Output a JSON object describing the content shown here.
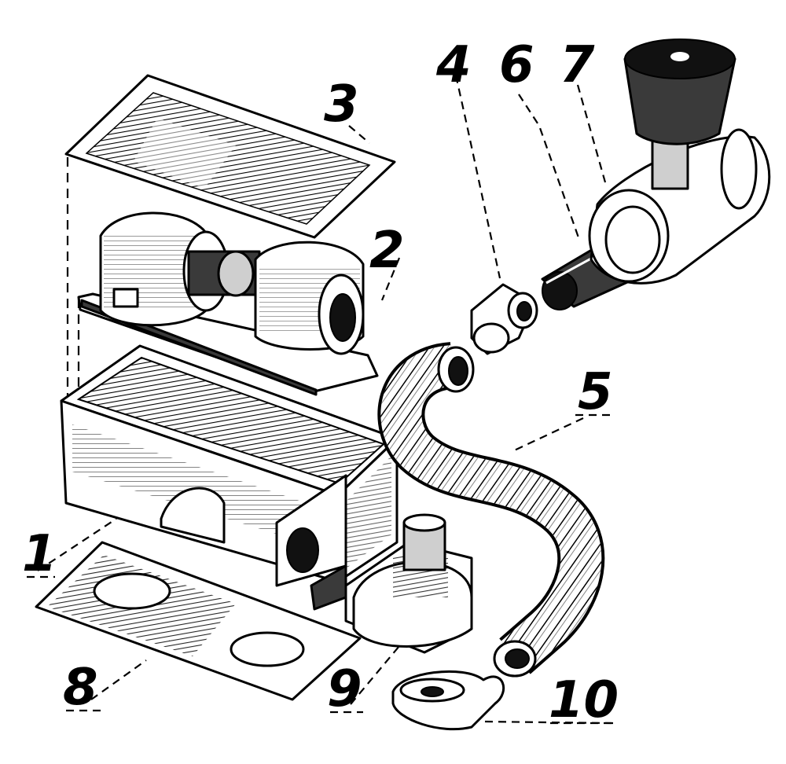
{
  "diagram": {
    "callouts": [
      {
        "id": "c1",
        "text": "1"
      },
      {
        "id": "c2",
        "text": "2"
      },
      {
        "id": "c3",
        "text": "3"
      },
      {
        "id": "c4",
        "text": "4"
      },
      {
        "id": "c5",
        "text": "5"
      },
      {
        "id": "c6",
        "text": "6"
      },
      {
        "id": "c7",
        "text": "7"
      },
      {
        "id": "c8",
        "text": "8"
      },
      {
        "id": "c9",
        "text": "9"
      },
      {
        "id": "c10",
        "text": "10"
      }
    ],
    "colors": {
      "ink": "#000000",
      "paper": "#ffffff",
      "shade": "#cfcfcf",
      "dark": "#3a3a3a"
    }
  }
}
